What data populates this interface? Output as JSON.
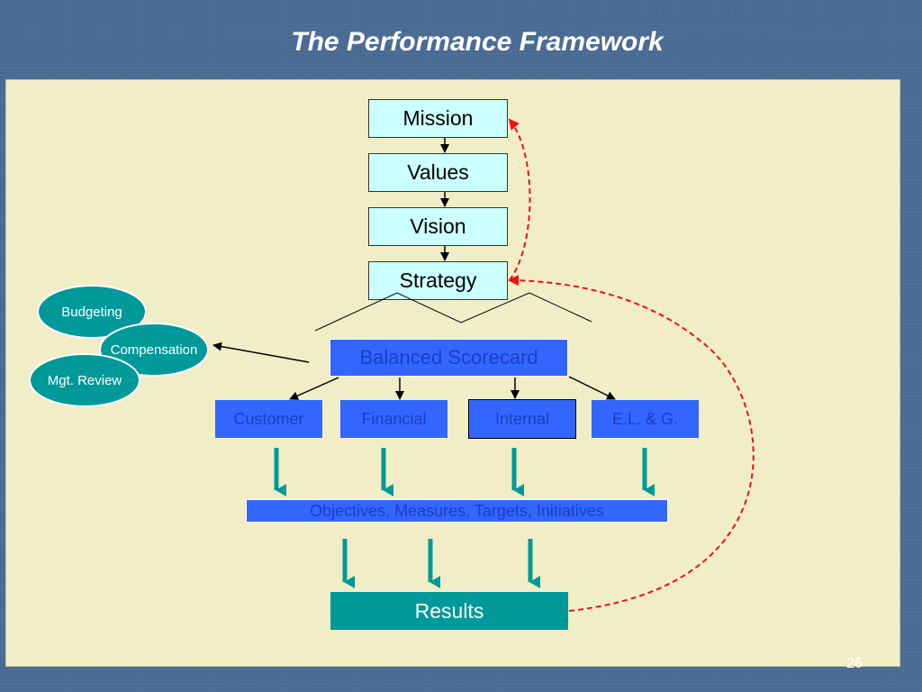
{
  "title": "The Performance Framework",
  "page_number": "26",
  "hierarchy": {
    "mission": "Mission",
    "values": "Values",
    "vision": "Vision",
    "strategy": "Strategy"
  },
  "scorecard": "Balanced Scorecard",
  "perspectives": [
    "Customer",
    "Financial",
    "Internal",
    "E.L. & G."
  ],
  "objectives": "Objectives, Measures, Targets, Initiatives",
  "results": "Results",
  "linked_processes": [
    "Budgeting",
    "Compensation",
    "Mgt. Review"
  ],
  "colors": {
    "background": "#4a6c94",
    "panel": "#f1eec7",
    "hierarchy_box": "#ccffff",
    "blue_box": "#3366ff",
    "teal": "#009999",
    "feedback_arrow": "#ee1111",
    "down_arrow": "#009999"
  }
}
